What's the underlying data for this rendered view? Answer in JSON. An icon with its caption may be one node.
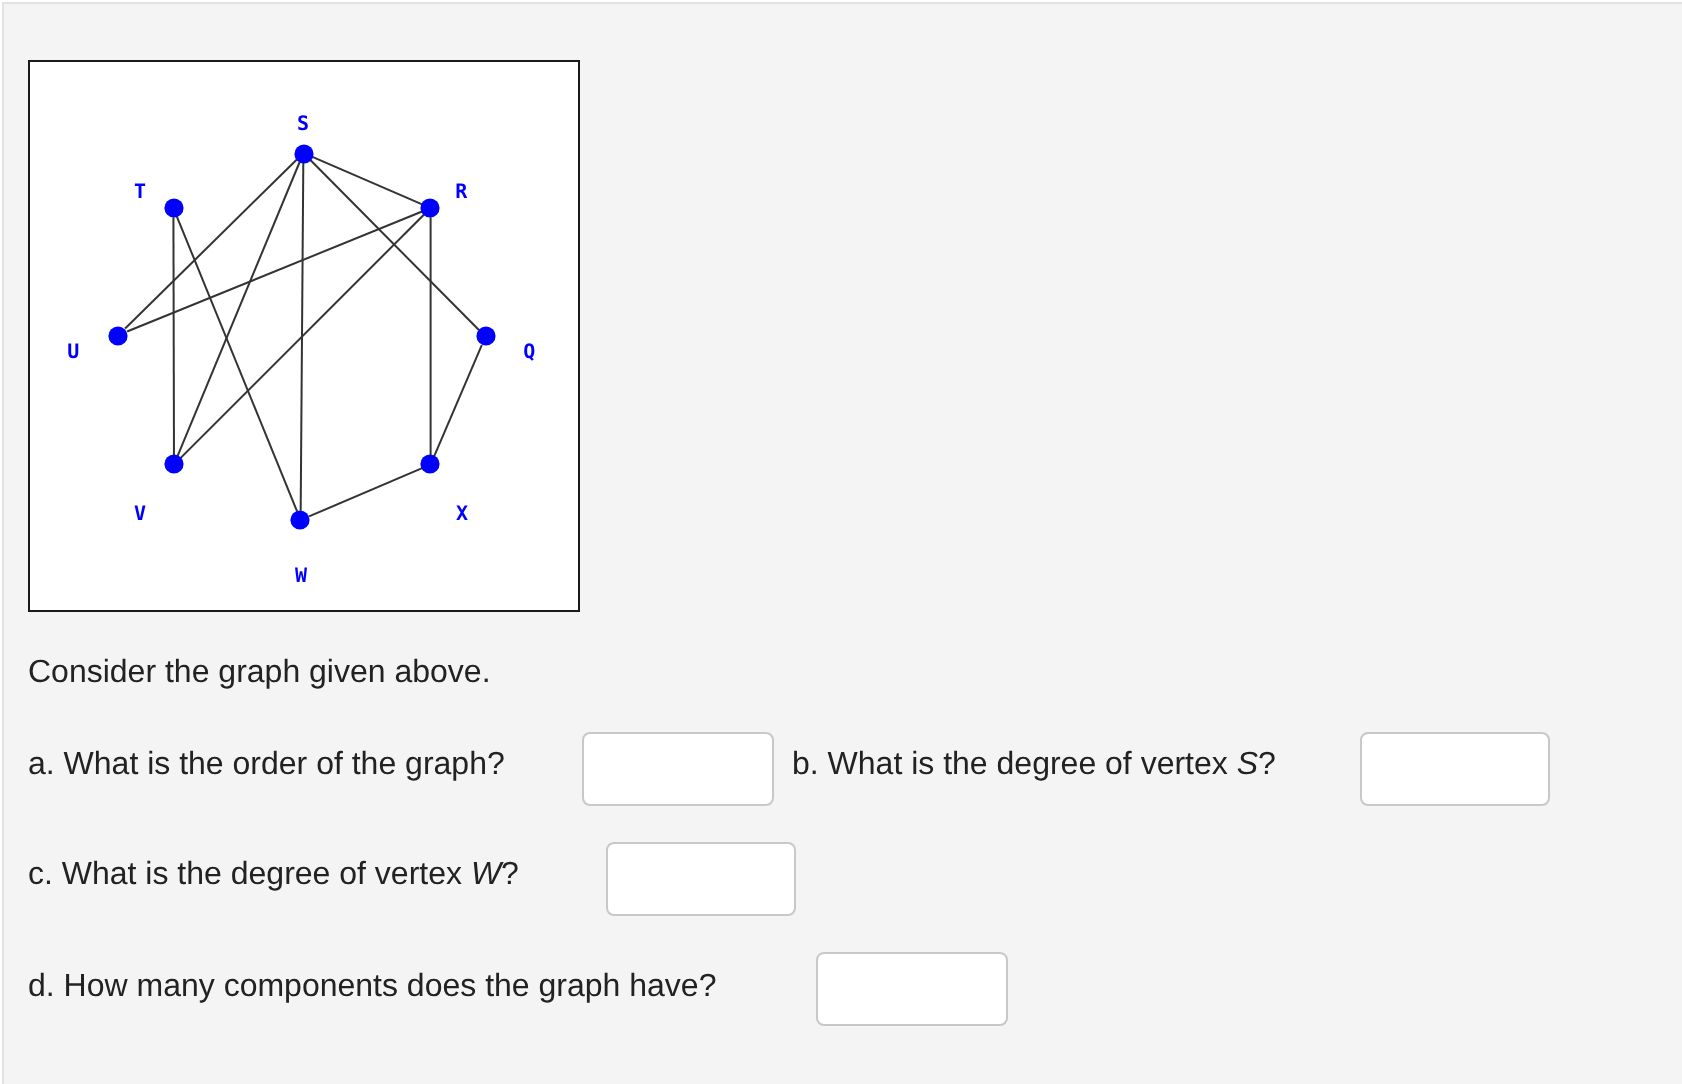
{
  "diagram": {
    "nodes": [
      {
        "text": [
          "S"
        ]
      },
      {
        "text": [
          "T"
        ]
      },
      {
        "text": [
          "R"
        ]
      },
      {
        "text": [
          "U"
        ]
      },
      {
        "text": [
          "Q"
        ]
      },
      {
        "text": [
          "V"
        ]
      },
      {
        "text": [
          "X"
        ]
      },
      {
        "text": [
          "W"
        ]
      }
    ],
    "edges": [
      {
        "from": 0,
        "to": 2,
        "arrow": "none"
      },
      {
        "from": 0,
        "to": 3,
        "arrow": "none"
      },
      {
        "from": 0,
        "to": 5,
        "arrow": "none"
      },
      {
        "from": 0,
        "to": 7,
        "arrow": "none"
      },
      {
        "from": 0,
        "to": 4,
        "arrow": "none"
      },
      {
        "from": 1,
        "to": 5,
        "arrow": "none"
      },
      {
        "from": 1,
        "to": 7,
        "arrow": "none"
      },
      {
        "from": 2,
        "to": 3,
        "arrow": "none"
      },
      {
        "from": 2,
        "to": 5,
        "arrow": "none"
      },
      {
        "from": 2,
        "to": 6,
        "arrow": "none"
      },
      {
        "from": 4,
        "to": 6,
        "arrow": "none"
      },
      {
        "from": 6,
        "to": 7,
        "arrow": "none"
      }
    ],
    "labels": [
      "Consider the graph given above.",
      "a. What is the order of the graph?",
      "b. What is the degree of vertex *S*?",
      "c. What is the degree of vertex *W*?",
      "d. How many components does the graph have?"
    ]
  }
}
